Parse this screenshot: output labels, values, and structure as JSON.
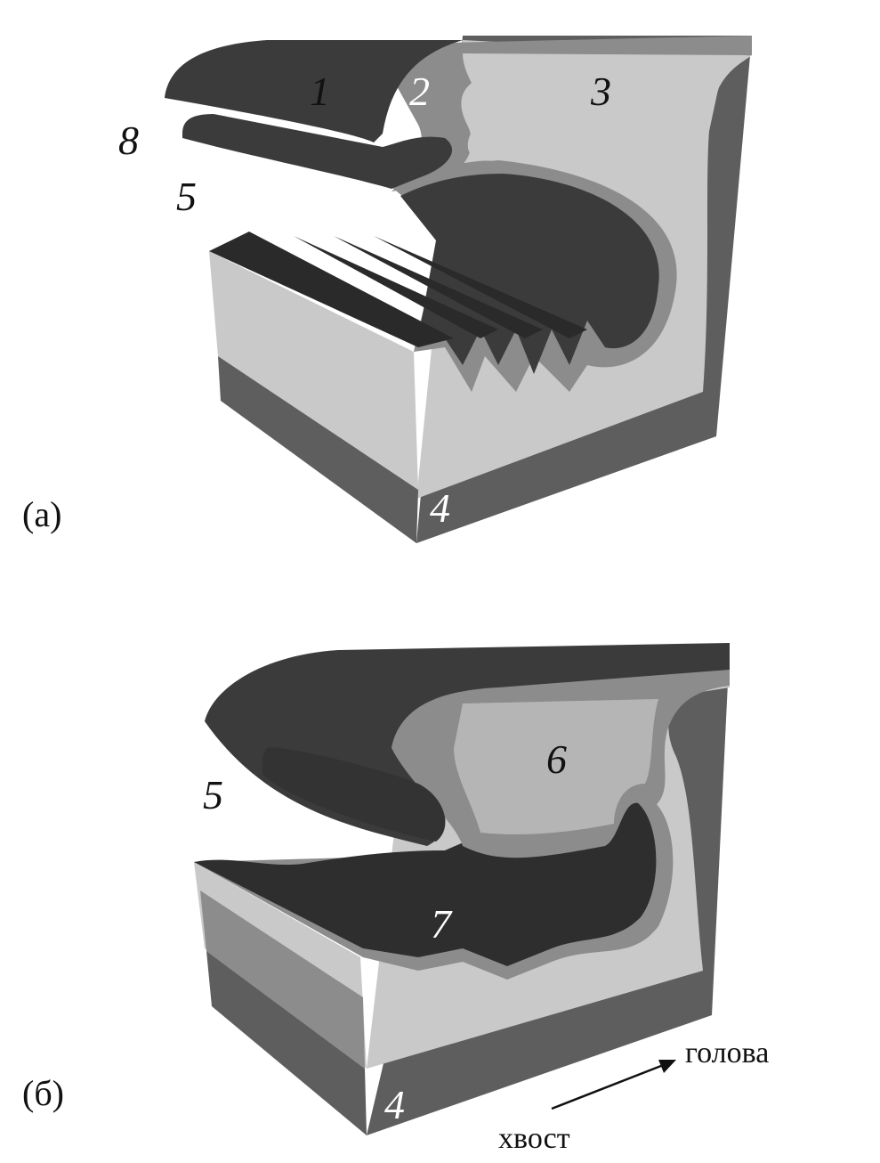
{
  "panel_a": {
    "caption": "(а)",
    "labels": {
      "l1": "1",
      "l2": "2",
      "l3": "3",
      "l4": "4",
      "l5": "5",
      "l8": "8"
    }
  },
  "panel_b": {
    "caption": "(б)",
    "labels": {
      "l4": "4",
      "l5": "5",
      "l6": "6",
      "l7": "7"
    },
    "direction": {
      "head": "голова",
      "tail": "хвост"
    }
  },
  "colors": {
    "dark": "#3b3b3b",
    "mid": "#8c8c8c",
    "light": "#c9c9c9",
    "side": "#5e5e5e"
  }
}
